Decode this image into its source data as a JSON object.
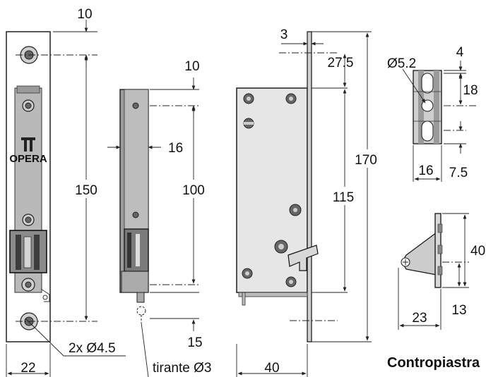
{
  "logo": {
    "text": "OPERA"
  },
  "dimensions": {
    "d10_top": "10",
    "d150": "150",
    "d22": "22",
    "d2x45": "2x Ø4.5",
    "d10_side": "10",
    "d16_side": "16",
    "d100": "100",
    "d15": "15",
    "tirante": "tirante Ø3",
    "d3": "3",
    "d275": "27.5",
    "d170": "170",
    "d115": "115",
    "d40_bottom": "40",
    "d52": "Ø5.2",
    "d4": "4",
    "d18": "18",
    "d16_plate": "16",
    "d75": "7.5",
    "d40_right": "40",
    "d23": "23",
    "d13": "13"
  },
  "labels": {
    "contropiastra": "Contropiastra"
  },
  "colors": {
    "steel": "#c8c8c8",
    "plate": "#e6e6e6",
    "dark": "#4a4a4a",
    "line": "#222222"
  }
}
